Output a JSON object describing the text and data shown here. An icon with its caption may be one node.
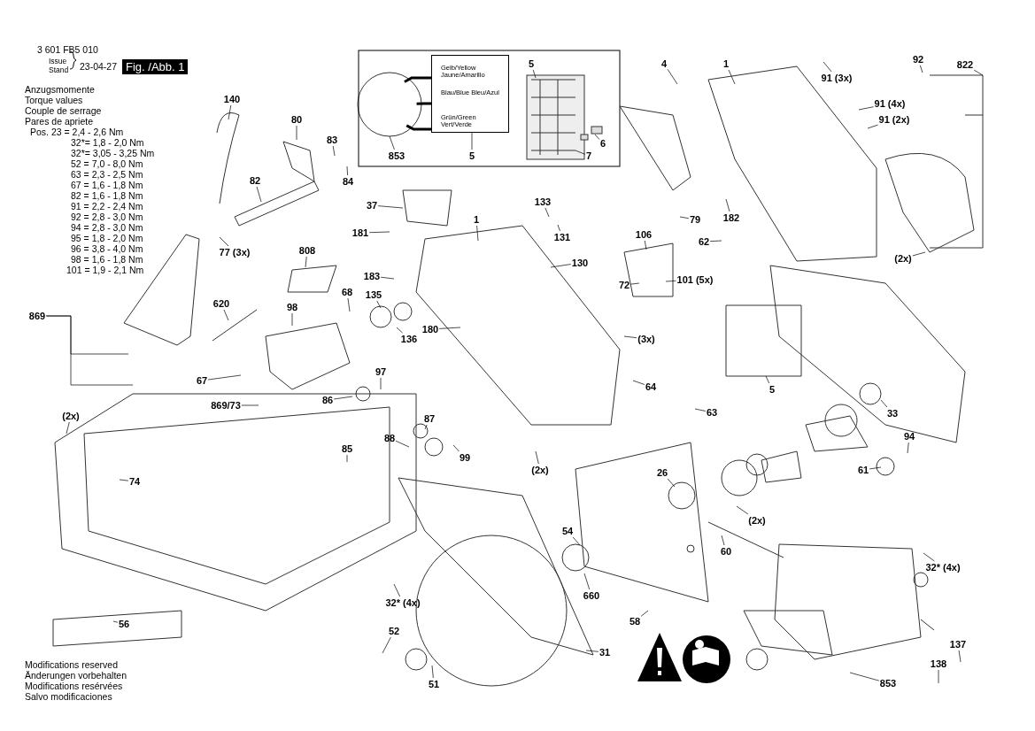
{
  "diagram": {
    "nodes": [
      {
        "text": [],
        "shape": "circle"
      },
      {
        "text": [
          "Gelb/Yellow Jaune/Amarillo",
          "Blau/Blue Bleu/Azul",
          "Grün/Green Vert/Verde"
        ]
      },
      {
        "text": [
          "853"
        ]
      },
      {
        "text": [
          "5"
        ]
      },
      {
        "text": [
          "5"
        ]
      },
      {
        "text": [
          "6"
        ]
      },
      {
        "text": [
          "7"
        ]
      },
      {
        "text": [
          "140"
        ]
      },
      {
        "text": [
          "80"
        ]
      },
      {
        "text": [
          "83"
        ]
      },
      {
        "text": [
          "84"
        ]
      },
      {
        "text": [
          "82"
        ]
      },
      {
        "text": [
          "37"
        ]
      },
      {
        "text": [
          "181"
        ]
      },
      {
        "text": [
          "1"
        ]
      },
      {
        "text": [
          "133"
        ]
      },
      {
        "text": [
          "131"
        ]
      },
      {
        "text": [
          "130"
        ]
      },
      {
        "text": [
          "808"
        ]
      },
      {
        "text": [
          "77 (3x)"
        ]
      },
      {
        "text": [
          "183"
        ]
      },
      {
        "text": [
          "68"
        ]
      },
      {
        "text": [
          "135"
        ]
      },
      {
        "text": [
          "136"
        ]
      },
      {
        "text": [
          "98"
        ]
      },
      {
        "text": [
          "620"
        ]
      },
      {
        "text": [
          "869"
        ]
      },
      {
        "text": [
          "180"
        ]
      },
      {
        "text": [
          "97"
        ]
      },
      {
        "text": [
          "67"
        ]
      },
      {
        "text": [
          "86"
        ]
      },
      {
        "text": [
          "87"
        ]
      },
      {
        "text": [
          "88"
        ]
      },
      {
        "text": [
          "99"
        ]
      },
      {
        "text": [
          "869/73"
        ]
      },
      {
        "text": [
          "(2x)"
        ]
      },
      {
        "text": [
          "85"
        ]
      },
      {
        "text": [
          "74"
        ]
      },
      {
        "text": [
          "56"
        ]
      },
      {
        "text": [
          "4"
        ]
      },
      {
        "text": [
          "1"
        ]
      },
      {
        "text": [
          "92"
        ]
      },
      {
        "text": [
          "91 (3x)"
        ]
      },
      {
        "text": [
          "822"
        ]
      },
      {
        "text": [
          "91 (4x)"
        ]
      },
      {
        "text": [
          "91 (2x)"
        ]
      },
      {
        "text": [
          "79"
        ]
      },
      {
        "text": [
          "182"
        ]
      },
      {
        "text": [
          "62"
        ]
      },
      {
        "text": [
          "106"
        ]
      },
      {
        "text": [
          "72"
        ]
      },
      {
        "text": [
          "101 (5x)"
        ]
      },
      {
        "text": [
          "(2x)"
        ]
      },
      {
        "text": [
          "(3x)"
        ]
      },
      {
        "text": [
          "64"
        ]
      },
      {
        "text": [
          "63"
        ]
      },
      {
        "text": [
          "5"
        ]
      },
      {
        "text": [
          "33"
        ]
      },
      {
        "text": [
          "94"
        ]
      },
      {
        "text": [
          "61"
        ]
      },
      {
        "text": [
          "26"
        ]
      },
      {
        "text": [
          "(2x)"
        ]
      },
      {
        "text": [
          "(2x)"
        ]
      },
      {
        "text": [
          "54"
        ]
      },
      {
        "text": [
          "60"
        ]
      },
      {
        "text": [
          "660"
        ]
      },
      {
        "text": [
          "58"
        ]
      },
      {
        "text": [
          "32* (4x)"
        ]
      },
      {
        "text": [
          "32* (4x)"
        ]
      },
      {
        "text": [
          "52"
        ]
      },
      {
        "text": [
          "51"
        ]
      },
      {
        "text": [
          "31"
        ]
      },
      {
        "text": [
          "137"
        ]
      },
      {
        "text": [
          "138"
        ]
      },
      {
        "text": [
          "853"
        ]
      }
    ],
    "edges": [
      {
        "from": 0,
        "to": 1,
        "arrow": "none",
        "style": "thick"
      },
      {
        "from": 0,
        "to": 1,
        "arrow": "none",
        "style": "thick"
      },
      {
        "from": 0,
        "to": 1,
        "arrow": "none",
        "style": "thick"
      },
      {
        "from": 2,
        "to": 0,
        "arrow": "none"
      },
      {
        "from": 3,
        "to": 1,
        "arrow": "none"
      },
      {
        "from": 4,
        "to": null,
        "arrow": "none"
      },
      {
        "from": 5,
        "to": null,
        "arrow": "none"
      },
      {
        "from": 6,
        "to": null,
        "arrow": "none"
      },
      {
        "from": 7,
        "to": null,
        "arrow": "none"
      },
      {
        "from": 8,
        "to": null,
        "arrow": "none"
      },
      {
        "from": 9,
        "to": null,
        "arrow": "none"
      },
      {
        "from": 10,
        "to": null,
        "arrow": "none"
      },
      {
        "from": 11,
        "to": null,
        "arrow": "none"
      },
      {
        "from": 12,
        "to": null,
        "arrow": "none"
      },
      {
        "from": 13,
        "to": null,
        "arrow": "none"
      },
      {
        "from": 14,
        "to": null,
        "arrow": "none"
      },
      {
        "from": 15,
        "to": null,
        "arrow": "none"
      },
      {
        "from": 16,
        "to": null,
        "arrow": "none"
      },
      {
        "from": 17,
        "to": null,
        "arrow": "none"
      },
      {
        "from": 18,
        "to": null,
        "arrow": "none"
      },
      {
        "from": 19,
        "to": null,
        "arrow": "none"
      },
      {
        "from": 20,
        "to": null,
        "arrow": "none"
      },
      {
        "from": 21,
        "to": null,
        "arrow": "none"
      },
      {
        "from": 22,
        "to": null,
        "arrow": "none"
      },
      {
        "from": 23,
        "to": null,
        "arrow": "none"
      },
      {
        "from": 24,
        "to": null,
        "arrow": "none"
      },
      {
        "from": 25,
        "to": null,
        "arrow": "none"
      },
      {
        "from": 26,
        "to": null,
        "arrow": "none"
      },
      {
        "from": 27,
        "to": null,
        "arrow": "none"
      },
      {
        "from": 28,
        "to": null,
        "arrow": "none"
      },
      {
        "from": 29,
        "to": null,
        "arrow": "none"
      },
      {
        "from": 30,
        "to": null,
        "arrow": "none"
      },
      {
        "from": 31,
        "to": null,
        "arrow": "none"
      },
      {
        "from": 32,
        "to": null,
        "arrow": "none"
      },
      {
        "from": 33,
        "to": null,
        "arrow": "none"
      },
      {
        "from": 34,
        "to": null,
        "arrow": "none"
      },
      {
        "from": 35,
        "to": null,
        "arrow": "none"
      },
      {
        "from": 36,
        "to": null,
        "arrow": "none"
      },
      {
        "from": 37,
        "to": null,
        "arrow": "none"
      },
      {
        "from": 38,
        "to": null,
        "arrow": "none"
      },
      {
        "from": 39,
        "to": null,
        "arrow": "none"
      },
      {
        "from": 40,
        "to": null,
        "arrow": "none"
      },
      {
        "from": 41,
        "to": null,
        "arrow": "none"
      },
      {
        "from": 42,
        "to": null,
        "arrow": "none"
      },
      {
        "from": 43,
        "to": null,
        "arrow": "none"
      },
      {
        "from": 44,
        "to": null,
        "arrow": "none"
      },
      {
        "from": 45,
        "to": null,
        "arrow": "none"
      },
      {
        "from": 46,
        "to": null,
        "arrow": "none"
      },
      {
        "from": 47,
        "to": null,
        "arrow": "none"
      },
      {
        "from": 48,
        "to": null,
        "arrow": "none"
      },
      {
        "from": 49,
        "to": null,
        "arrow": "none"
      },
      {
        "from": 50,
        "to": null,
        "arrow": "none"
      },
      {
        "from": 51,
        "to": null,
        "arrow": "none"
      },
      {
        "from": 52,
        "to": null,
        "arrow": "none"
      },
      {
        "from": 53,
        "to": null,
        "arrow": "none"
      },
      {
        "from": 54,
        "to": null,
        "arrow": "none"
      },
      {
        "from": 55,
        "to": null,
        "arrow": "none"
      },
      {
        "from": 56,
        "to": null,
        "arrow": "none"
      },
      {
        "from": 57,
        "to": null,
        "arrow": "none"
      },
      {
        "from": 58,
        "to": null,
        "arrow": "none"
      },
      {
        "from": 59,
        "to": null,
        "arrow": "none"
      },
      {
        "from": 60,
        "to": null,
        "arrow": "none"
      },
      {
        "from": 61,
        "to": null,
        "arrow": "none"
      },
      {
        "from": 62,
        "to": null,
        "arrow": "none"
      },
      {
        "from": 63,
        "to": null,
        "arrow": "none"
      },
      {
        "from": 64,
        "to": null,
        "arrow": "none"
      },
      {
        "from": 65,
        "to": null,
        "arrow": "none"
      },
      {
        "from": 66,
        "to": null,
        "arrow": "none"
      },
      {
        "from": 67,
        "to": null,
        "arrow": "none"
      },
      {
        "from": 68,
        "to": null,
        "arrow": "none"
      },
      {
        "from": 69,
        "to": null,
        "arrow": "none"
      },
      {
        "from": 70,
        "to": null,
        "arrow": "none"
      },
      {
        "from": 71,
        "to": null,
        "arrow": "none"
      },
      {
        "from": 72,
        "to": null,
        "arrow": "none"
      },
      {
        "from": 73,
        "to": null,
        "arrow": "none"
      },
      {
        "from": 74,
        "to": null,
        "arrow": "none"
      },
      {
        "from": 26,
        "to": null,
        "arrow": "none"
      }
    ],
    "labels": [
      "3 601 FB5 010",
      "Issue",
      "Stand",
      "23-04-27",
      "Fig. /Abb. 1",
      "Anzugsmomente",
      "Torque values",
      "Couple de serrage",
      "Pares de apriete",
      "Pos. 23 = 2,4 - 2,6 Nm",
      "32*= 1,8 - 2,0 Nm",
      "32*= 3,05 - 3,25 Nm",
      "52 = 7,0 - 8,0 Nm",
      "63 = 2,3 - 2,5 Nm",
      "67 = 1,6 - 1,8 Nm",
      "82 = 1,6 - 1,8 Nm",
      "91 = 2,2 - 2,4 Nm",
      "92 = 2,8 - 3,0 Nm",
      "94 = 2,8 - 3,0 Nm",
      "95 = 1,8 - 2,0 Nm",
      "96 = 3,8 - 4,0 Nm",
      "98 = 1,6 - 1,8 Nm",
      "101 = 1,9 - 2,1 Nm",
      "Modifications reserved",
      "Änderungen vorbehalten",
      "Modifications resérvées",
      "Salvo modificaciones"
    ]
  }
}
